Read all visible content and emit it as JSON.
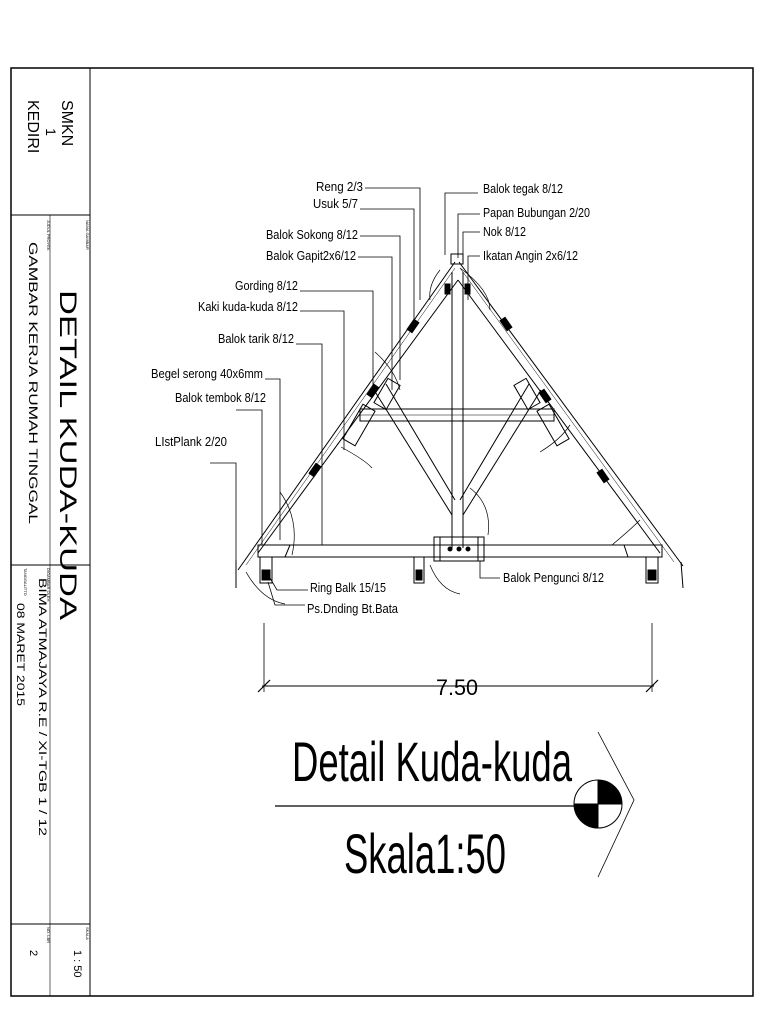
{
  "title_block": {
    "school_line1": "SMKN",
    "school_line2": "1",
    "school_line3": "KEDIRI",
    "field_drawing_name_caption": "NAMA GAMBAR",
    "drawing_name": "DETAIL KUDA-KUDA",
    "field_project_caption": "JUDUL PROYEK",
    "project_name": "GAMBAR KERJA RUMAH TINGGAL",
    "field_author_caption": "DIGAMBAR OLEH",
    "author": "BIMA ATMAJAYA R.E / XI-TGB 1 / 12",
    "field_date_caption": "TANGGAL/TTD",
    "date": "08 MARET 2015",
    "field_scale_caption": "SKALA",
    "scale": "1 : 50",
    "field_sheet_caption": "NO. LBR",
    "sheet_no": "2"
  },
  "labels": {
    "reng": "Reng 2/3",
    "usuk": "Usuk 5/7",
    "balok_sokong": "Balok Sokong 8/12",
    "balok_gapit": "Balok Gapit2x6/12",
    "gording": "Gording 8/12",
    "kaki_kuda": "Kaki kuda-kuda 8/12",
    "balok_tarik": "Balok tarik 8/12",
    "begel": "Begel serong 40x6mm",
    "balok_tembok": "Balok tembok 8/12",
    "listplank": "LIstPlank 2/20",
    "balok_tegak": "Balok tegak 8/12",
    "papan_bubungan": "Papan Bubungan 2/20",
    "nok": "Nok 8/12",
    "ikatan_angin": "Ikatan Angin 2x6/12",
    "ring_balk": "Ring Balk 15/15",
    "ps_dinding": "Ps.Dnding Bt.Bata",
    "balok_pengunci": "Balok Pengunci 8/12"
  },
  "dimension": "7.50",
  "caption": {
    "title": "Detail Kuda-kuda",
    "scale": "Skala1:50"
  }
}
